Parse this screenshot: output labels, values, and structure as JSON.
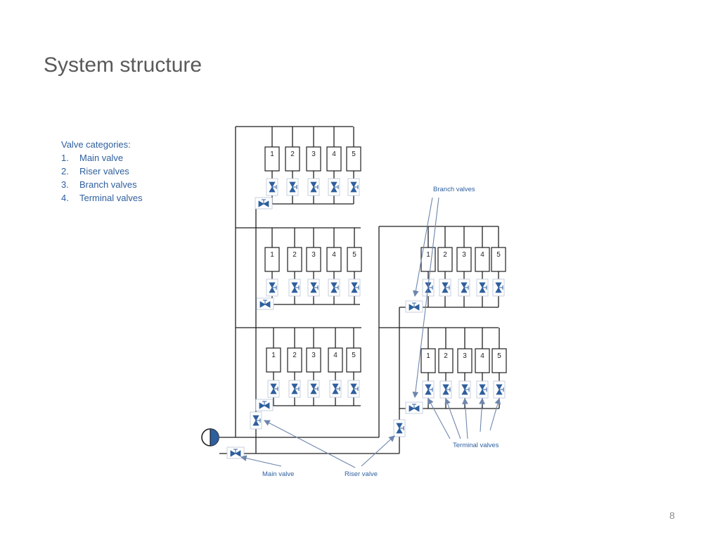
{
  "slide": {
    "title": "System structure",
    "page_number": "8"
  },
  "valve_categories": {
    "heading": "Valve categories:",
    "items": [
      {
        "number": "1.",
        "label": "Main valve"
      },
      {
        "number": "2.",
        "label": "Riser valves"
      },
      {
        "number": "3.",
        "label": "Branch valves"
      },
      {
        "number": "4.",
        "label": "Terminal valves"
      }
    ]
  },
  "diagram": {
    "terminal_labels": [
      "1",
      "2",
      "3",
      "4",
      "5"
    ],
    "callouts": {
      "branch_valves": "Branch valves",
      "terminal_valves": "Terminal valves",
      "main_valve": "Main valve",
      "riser_valve": "Riser valve"
    },
    "colors": {
      "pipe": "#1f1f1f",
      "valve": "#2e5f9e",
      "callout_arrow": "#6e86ac",
      "callout_text": "#2e5f9e"
    }
  }
}
